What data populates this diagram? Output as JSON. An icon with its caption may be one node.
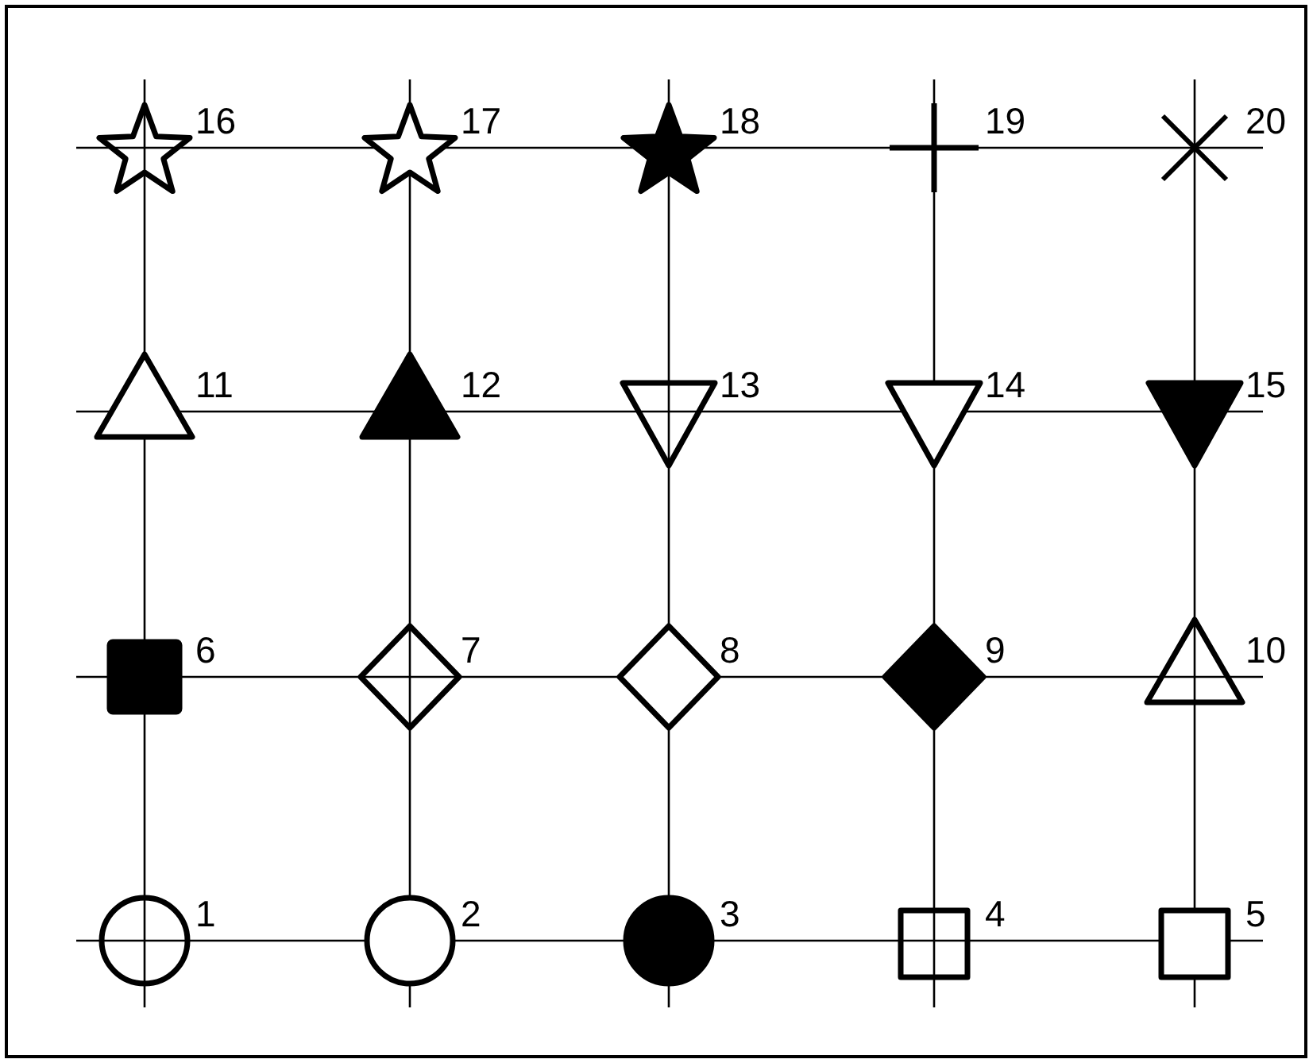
{
  "diagram": {
    "nodes": [
      {
        "text": [],
        "shape": "star",
        "beside": [
          "16"
        ]
      },
      {
        "text": [],
        "shape": "star",
        "beside": [
          "17"
        ]
      },
      {
        "text": [],
        "shape": "star",
        "beside": [
          "18"
        ]
      },
      {
        "text": [],
        "shape": "plus",
        "beside": [
          "19"
        ]
      },
      {
        "text": [],
        "shape": "cross",
        "beside": [
          "20"
        ]
      },
      {
        "text": [],
        "shape": "triangle",
        "beside": [
          "11"
        ]
      },
      {
        "text": [],
        "shape": "triangle",
        "beside": [
          "12"
        ]
      },
      {
        "text": [],
        "shape": "triangle",
        "beside": [
          "13"
        ]
      },
      {
        "text": [],
        "shape": "triangle",
        "beside": [
          "14"
        ]
      },
      {
        "text": [],
        "shape": "triangle",
        "beside": [
          "15"
        ]
      },
      {
        "text": [],
        "shape": "box",
        "beside": [
          "6"
        ]
      },
      {
        "text": [],
        "shape": "diamond",
        "beside": [
          "7"
        ]
      },
      {
        "text": [],
        "shape": "diamond",
        "beside": [
          "8"
        ]
      },
      {
        "text": [],
        "shape": "diamond",
        "beside": [
          "9"
        ]
      },
      {
        "text": [],
        "shape": "triangle",
        "beside": [
          "10"
        ]
      },
      {
        "text": [],
        "shape": "circle",
        "beside": [
          "1"
        ]
      },
      {
        "text": [],
        "shape": "circle",
        "beside": [
          "2"
        ]
      },
      {
        "text": [],
        "shape": "circle",
        "beside": [
          "3"
        ]
      },
      {
        "text": [],
        "shape": "box",
        "beside": [
          "4"
        ]
      },
      {
        "text": [],
        "shape": "box",
        "beside": [
          "5"
        ]
      }
    ]
  }
}
